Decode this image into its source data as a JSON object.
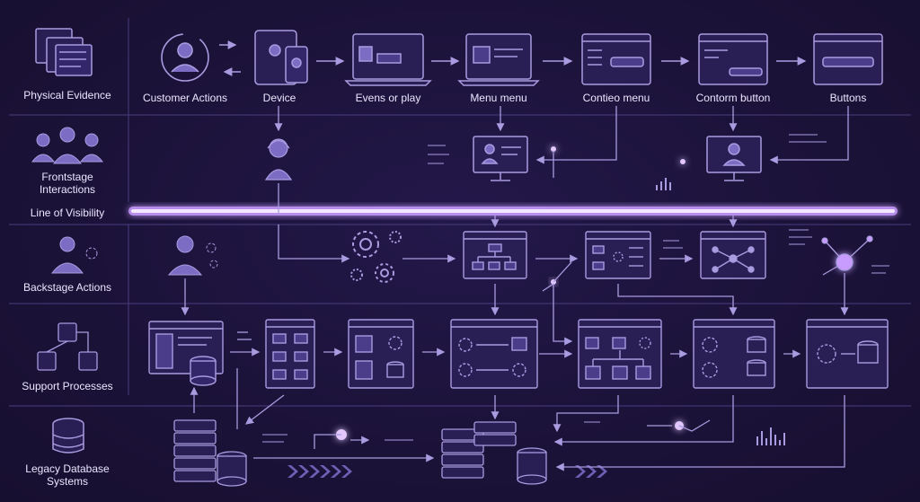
{
  "lanes": {
    "physical_evidence": "Physical Evidence",
    "frontstage": "Frontstage\nInteractions",
    "line_of_visibility": "Line of Visibility",
    "backstage": "Backstage Actions",
    "support": "Support Processes",
    "legacy": "Legacy Database\nSystems"
  },
  "steps": {
    "customer_actions": "Customer Actions",
    "device": "Device",
    "evens_or_play": "Evens or play",
    "menu_menu": "Menu menu",
    "contieo_menu": "Contieo menu",
    "contorm_button": "Contorm button",
    "buttons": "Buttons"
  },
  "colors": {
    "background": "#1b1238",
    "stroke": "#a99be0",
    "panel": "#2a1f55",
    "accent": "#b98cff",
    "glow": "#d9b8ff"
  }
}
